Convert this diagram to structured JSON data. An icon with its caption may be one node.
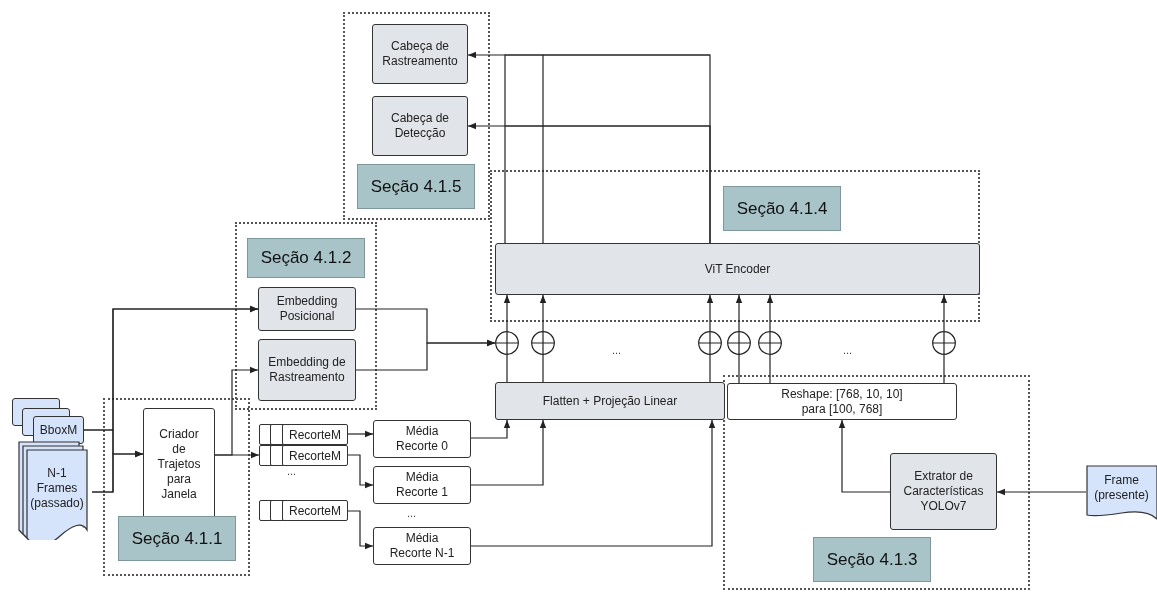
{
  "diagram": {
    "nodes": [
      {
        "text": [
          "BboxM"
        ]
      },
      {
        "text": [
          "N-1 Frames (passado)"
        ]
      },
      {
        "text": [
          "Criador de Trajetos para Janela"
        ]
      },
      {
        "text": [
          "Seção 4.1.1"
        ]
      },
      {
        "text": [
          "Seção 4.1.2"
        ]
      },
      {
        "text": [
          "Embedding Posicional"
        ]
      },
      {
        "text": [
          "Embedding de Rastreamento"
        ]
      },
      {
        "text": [
          "RecorteM"
        ]
      },
      {
        "text": [
          "RecorteM"
        ]
      },
      {
        "text": [
          "RecorteM"
        ]
      },
      {
        "text": [
          "Média Recorte 0"
        ]
      },
      {
        "text": [
          "Média Recorte 1"
        ]
      },
      {
        "text": [
          "Média Recorte N-1"
        ]
      },
      {
        "text": [
          "Cabeça de Rastreamento"
        ]
      },
      {
        "text": [
          "Cabeça de Detecção"
        ]
      },
      {
        "text": [
          "Seção 4.1.5"
        ]
      },
      {
        "text": [
          "Seção 4.1.4"
        ]
      },
      {
        "text": [
          "ViT Encoder"
        ]
      },
      {
        "text": [
          "Flatten + Projeção Linear"
        ]
      },
      {
        "text": [
          "Reshape: [768, 10, 10] para [100, 768]"
        ]
      },
      {
        "text": [
          "Extrator de Características YOLOv7"
        ]
      },
      {
        "text": [
          "Seção 4.1.3"
        ]
      },
      {
        "text": [
          "Frame (presente)"
        ]
      },
      {
        "text": [],
        "shape": "circle"
      },
      {
        "text": [],
        "shape": "circle"
      },
      {
        "text": [],
        "shape": "circle"
      },
      {
        "text": [],
        "shape": "circle"
      },
      {
        "text": [],
        "shape": "circle"
      },
      {
        "text": [],
        "shape": "circle"
      }
    ],
    "edges": [
      {
        "from": 0,
        "to": 2,
        "arrow": "to"
      },
      {
        "from": 1,
        "to": 2,
        "arrow": "to"
      },
      {
        "from": 0,
        "to": 5,
        "arrow": "to"
      },
      {
        "from": 1,
        "to": 5,
        "arrow": "to"
      },
      {
        "from": 2,
        "to": 8,
        "arrow": "to"
      },
      {
        "from": 2,
        "to": 6,
        "arrow": "to"
      },
      {
        "from": 7,
        "to": 10,
        "arrow": "to"
      },
      {
        "from": 8,
        "to": 11,
        "arrow": "to"
      },
      {
        "from": 9,
        "to": 12,
        "arrow": "to"
      },
      {
        "from": 10,
        "to": 18,
        "arrow": "to"
      },
      {
        "from": 11,
        "to": 18,
        "arrow": "to"
      },
      {
        "from": 12,
        "to": 18,
        "arrow": "to"
      },
      {
        "from": 5,
        "to": 23,
        "arrow": "to"
      },
      {
        "from": 6,
        "to": 23,
        "arrow": "to"
      },
      {
        "from": 18,
        "to": 23,
        "arrow": "none"
      },
      {
        "from": 18,
        "to": 24,
        "arrow": "none"
      },
      {
        "from": 18,
        "to": 25,
        "arrow": "none"
      },
      {
        "from": 19,
        "to": 26,
        "arrow": "none"
      },
      {
        "from": 19,
        "to": 27,
        "arrow": "none"
      },
      {
        "from": 19,
        "to": 28,
        "arrow": "none"
      },
      {
        "from": 23,
        "to": 17,
        "arrow": "to"
      },
      {
        "from": 24,
        "to": 17,
        "arrow": "to"
      },
      {
        "from": 25,
        "to": 17,
        "arrow": "to"
      },
      {
        "from": 26,
        "to": 17,
        "arrow": "to"
      },
      {
        "from": 27,
        "to": 17,
        "arrow": "to"
      },
      {
        "from": 28,
        "to": 17,
        "arrow": "to"
      },
      {
        "from": 20,
        "to": 19,
        "arrow": "to"
      },
      {
        "from": 22,
        "to": 20,
        "arrow": "to"
      },
      {
        "from": 17,
        "to": 13,
        "arrow": "to"
      },
      {
        "from": 17,
        "to": 14,
        "arrow": "to"
      }
    ],
    "labels": [
      "...",
      "...",
      "...",
      "..."
    ]
  }
}
